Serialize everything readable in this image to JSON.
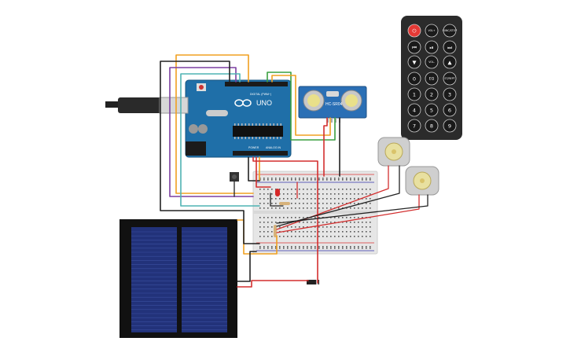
{
  "arduino": {
    "brand_text": "UNO",
    "digital_label": "DIGITAL (PWM~)",
    "power_label": "POWER",
    "analog_label": "ANALOG IN"
  },
  "ultrasonic": {
    "label": "HC-SR04"
  },
  "remote": {
    "buttons": [
      {
        "label": "⏻",
        "kind": "power"
      },
      {
        "label": "VOL+",
        "kind": "round"
      },
      {
        "label": "FUNC/STOP",
        "kind": "round"
      },
      {
        "label": "⏮",
        "kind": "round"
      },
      {
        "label": "⏯",
        "kind": "round"
      },
      {
        "label": "⏭",
        "kind": "round"
      },
      {
        "label": "▼",
        "kind": "round"
      },
      {
        "label": "VOL-",
        "kind": "round"
      },
      {
        "label": "▲",
        "kind": "round"
      },
      {
        "label": "0",
        "kind": "round"
      },
      {
        "label": "EQ",
        "kind": "round"
      },
      {
        "label": "ST/REPT",
        "kind": "round"
      },
      {
        "label": "1",
        "kind": "round"
      },
      {
        "label": "2",
        "kind": "round"
      },
      {
        "label": "3",
        "kind": "round"
      },
      {
        "label": "4",
        "kind": "round"
      },
      {
        "label": "5",
        "kind": "round"
      },
      {
        "label": "6",
        "kind": "round"
      },
      {
        "label": "7",
        "kind": "round"
      },
      {
        "label": "8",
        "kind": "round"
      },
      {
        "label": "9",
        "kind": "round"
      }
    ]
  },
  "colors": {
    "board_blue": "#1f6fa8",
    "ultrasonic_blue": "#2a6fb5",
    "remote_body": "#2b2b2b",
    "power_red": "#e53935",
    "solar_cell": "#1c2b6e",
    "breadboard": "#e8e8e8",
    "wire_orange": "#f0a020",
    "wire_purple": "#7b3fa0",
    "wire_teal": "#4fb3b3",
    "wire_green": "#3aa040",
    "wire_black": "#222222",
    "wire_red": "#d32f2f"
  }
}
